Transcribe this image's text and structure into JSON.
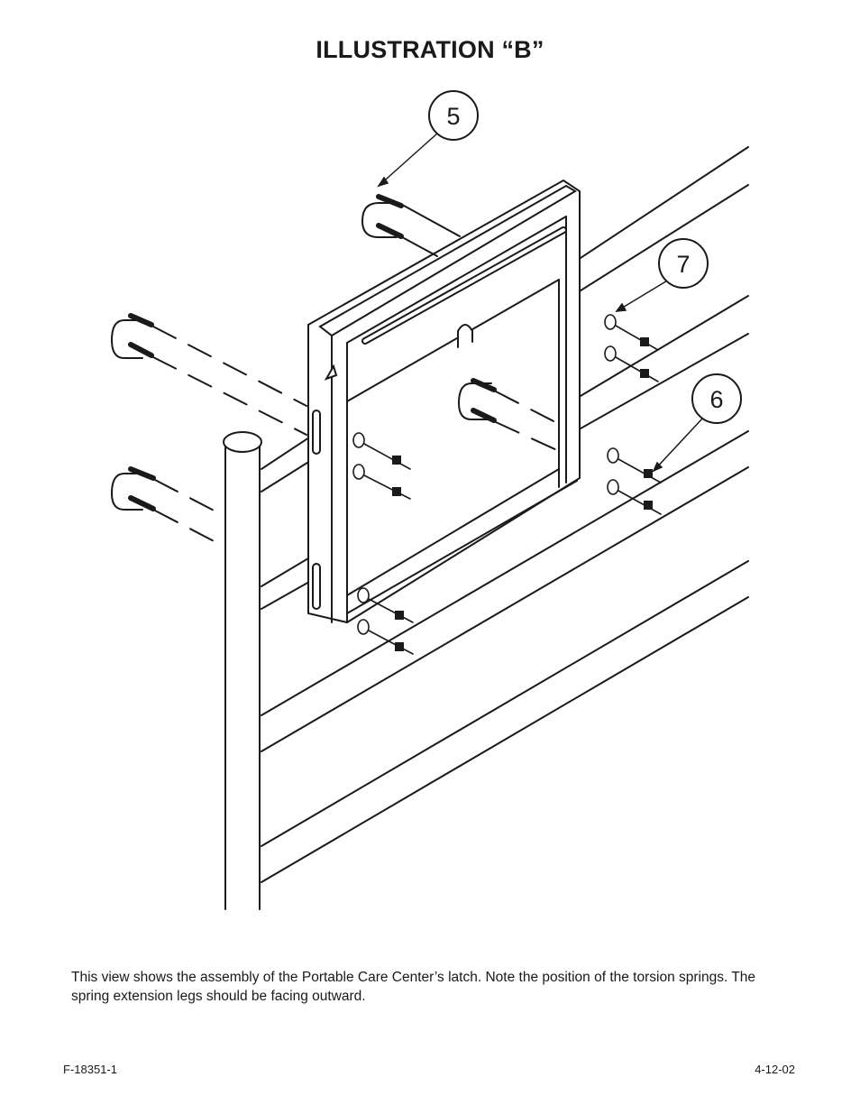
{
  "title": "ILLUSTRATION “B”",
  "callouts": [
    {
      "number": "5"
    },
    {
      "number": "7"
    },
    {
      "number": "6"
    }
  ],
  "caption": "This view shows the assembly of the Portable Care Center’s latch. Note the position of the torsion springs. The spring extension legs should be facing outward.",
  "footer": {
    "doc_number": "F-18351-1",
    "date": "4-12-02"
  }
}
